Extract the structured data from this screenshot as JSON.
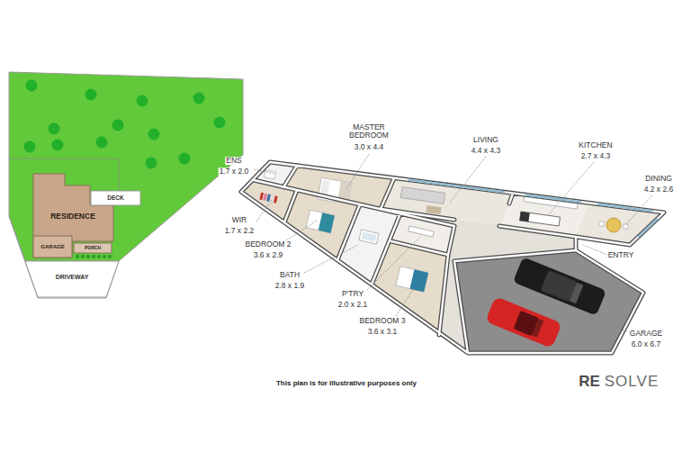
{
  "diagram": {
    "caption": "This plan is for illustrative purposes only",
    "nodes": [
      {
        "text": [
          "RESIDENCE"
        ]
      },
      {
        "text": [
          "DECK"
        ]
      },
      {
        "text": [
          "GARAGE"
        ],
        "in": 0
      },
      {
        "text": [
          "PORCH"
        ]
      },
      {
        "text": [
          "DRIVEWAY"
        ]
      }
    ],
    "labels": [
      "ENS",
      "1.7 x 2.0",
      "MASTER BEDROOM",
      "3.0 x 4.4",
      "LIVING",
      "4.4 x 4.3",
      "KITCHEN",
      "2.7 x 4.3",
      "DINING",
      "4.2 x 2.6",
      "WIR",
      "1.7 x 2.2",
      "BEDROOM 2",
      "3.6 x 2.9",
      "BATH",
      "2.8 x 1.9",
      "P'TRY",
      "2.0 x 2.1",
      "BEDROOM 3",
      "3.6 x 3.1",
      "ENTRY",
      "GARAGE",
      "6.0 x 6.7",
      "RE",
      "SOLVE"
    ]
  }
}
